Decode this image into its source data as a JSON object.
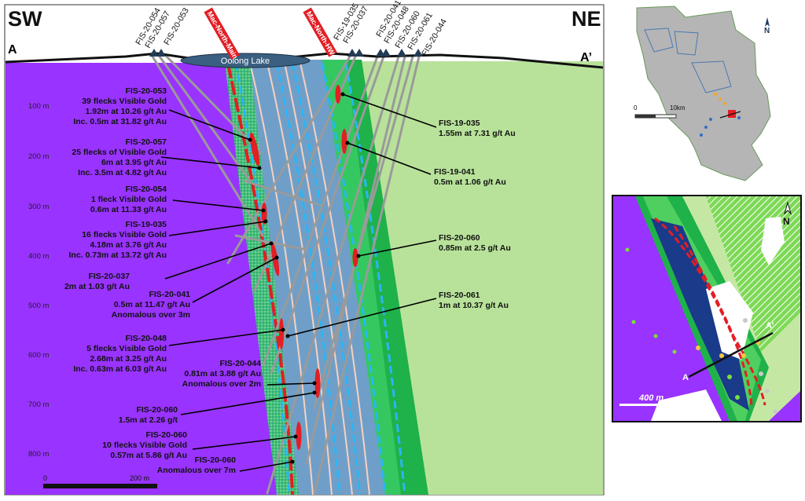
{
  "section": {
    "left_label": "SW",
    "right_label": "NE",
    "a_left": "A",
    "a_right": "A’",
    "lake": "Oolong Lake",
    "zone_main": "Mac-North-Main",
    "zone_hw": "Mac-North-HW",
    "collars_left": [
      "FIS-20-054",
      "FIS-20-057",
      "FIS-20-053"
    ],
    "collars_right": [
      "FIS-19-035",
      "FIS-20-037",
      "FIS-20-041",
      "FIS-20-048",
      "FIS-20-060",
      "FIS-20-061",
      "FIS-20-044"
    ],
    "depths": [
      "100 m",
      "200 m",
      "300 m",
      "400 m",
      "500 m",
      "600 m",
      "700 m",
      "800 m"
    ],
    "scale": {
      "zero": "0",
      "end": "200 m"
    },
    "annotations_left": [
      {
        "lines": [
          "FIS-20-053",
          "39 flecks Visible Gold",
          "1.92m at 10.26 g/t Au",
          "Inc. 0.5m at 31.82 g/t Au"
        ]
      },
      {
        "lines": [
          "FIS-20-057",
          "25 flecks of Visible Gold",
          "6m at 3.95 g/t Au",
          "Inc. 3.5m at 4.82 g/t Au"
        ]
      },
      {
        "lines": [
          "FIS-20-054",
          "1 fleck Visible Gold",
          "0.6m at 11.33 g/t Au"
        ]
      },
      {
        "lines": [
          "FIS-19-035",
          "16 flecks Visible Gold",
          "4.18m at 3.76 g/t Au",
          "Inc. 0.73m at 13.72 g/t Au"
        ]
      },
      {
        "lines": [
          "FIS-20-037",
          "2m at 1.03 g/t Au"
        ]
      },
      {
        "lines": [
          "FIS-20-041",
          "0.5m at 11.47 g/t Au",
          "Anomalous over 3m"
        ]
      },
      {
        "lines": [
          "FIS-20-048",
          "5 flecks Visible Gold",
          "2.68m at 3.25 g/t Au",
          "Inc. 0.63m at 6.03 g/t Au"
        ]
      },
      {
        "lines": [
          "FIS-20-044",
          "0.81m at 3.88 g/t Au",
          "Anomalous over 2m"
        ]
      },
      {
        "lines": [
          "FIS-20-060",
          "1.5m at 2.26 g/t"
        ]
      },
      {
        "lines": [
          "FIS-20-060",
          "10 flecks Visible Gold",
          "0.57m at 5.86 g/t Au"
        ]
      },
      {
        "lines": [
          "FIS-20-060",
          "Anomalous over 7m"
        ]
      }
    ],
    "annotations_right": [
      {
        "lines": [
          "FIS-19-035",
          "1.55m at 7.31 g/t Au"
        ]
      },
      {
        "lines": [
          "FIS-19-041",
          "0.5m at 1.06 g/t Au"
        ]
      },
      {
        "lines": [
          "FIS-20-060",
          "0.85m at 2.5 g/t Au"
        ]
      },
      {
        "lines": [
          "FIS-20-061",
          "1m at 10.37 g/t Au"
        ]
      }
    ]
  },
  "regional_map": {
    "north": "N",
    "scale_zero": "0",
    "scale_end": "10km"
  },
  "detail_map": {
    "north": "N",
    "section_start": "A",
    "section_end": "A’",
    "scale": "400 m"
  },
  "colors": {
    "mafic_purple": "#9933ff",
    "ultramafic_blue": "#6f9fc8",
    "green_dark": "#1fb14a",
    "green_mid": "#31c45a",
    "green_light": "#b8e29a",
    "gold_zone_red": "#e31e24"
  }
}
